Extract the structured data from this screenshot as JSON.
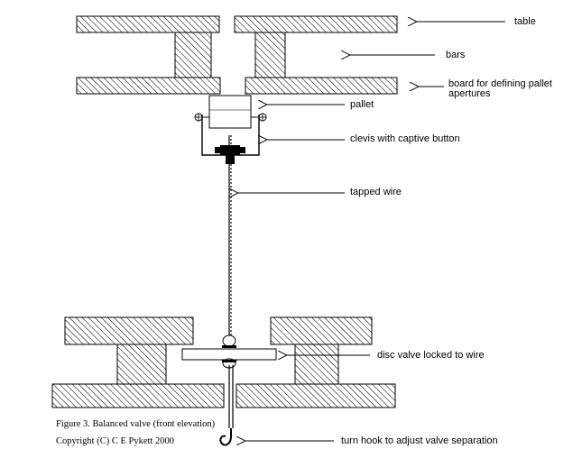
{
  "labels": {
    "table": "table",
    "bars": "bars",
    "board_line1": "board for defining pallet",
    "board_line2": "apertures",
    "pallet": "pallet",
    "clevis": "clevis with captive button",
    "wire": "tapped wire",
    "disc": "disc valve locked to wire",
    "hook": "turn hook to adjust valve separation"
  },
  "caption": {
    "figure": "Figure 3. Balanced valve  (front elevation)",
    "copyright": "Copyright (C) C E Pykett 2000"
  }
}
